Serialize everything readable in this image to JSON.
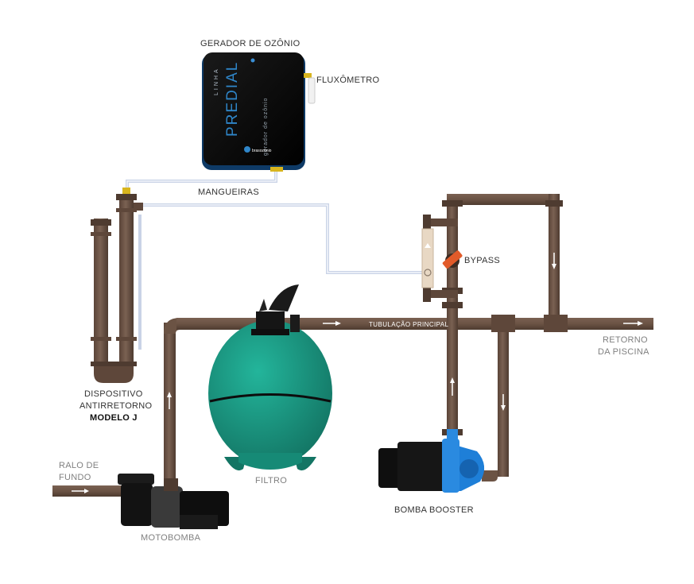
{
  "labels": {
    "ozone_generator": "GERADOR DE OZÔNIO",
    "flowmeter": "FLUXÔMETRO",
    "hoses": "MANGUEIRAS",
    "bypass": "BYPASS",
    "main_pipe": "TUBULAÇÃO PRINCIPAL",
    "return_line1": "RETORNO",
    "return_line2": "DA PISCINA",
    "device_line1": "DISPOSITIVO",
    "device_line2": "ANTIRRETORNO",
    "device_model": "MODELO J",
    "drain_line1": "RALO DE",
    "drain_line2": "FUNDO",
    "filter": "FILTRO",
    "pump": "MOTOBOMBA",
    "booster": "BOMBA BOOSTER"
  },
  "generator_panel": {
    "line_label": "LINHA",
    "brand": "PREDIAL",
    "subtitle": "gerador de ozônio",
    "logo_text": "brasozônio"
  },
  "colors": {
    "pipe": "#6b5344",
    "pipe_dark": "#4e3b30",
    "hose": "#dde3f0",
    "filter": "#1a9a84",
    "booster_blue": "#1e7fd8",
    "generator_body": "#0b0b0b",
    "generator_accent": "#2f86c9",
    "bypass_valve": "#e25b2a"
  },
  "icons": [
    "arrow-right-icon",
    "arrow-up-icon",
    "arrow-down-icon",
    "ozone-logo-icon",
    "valve-handle-icon"
  ]
}
